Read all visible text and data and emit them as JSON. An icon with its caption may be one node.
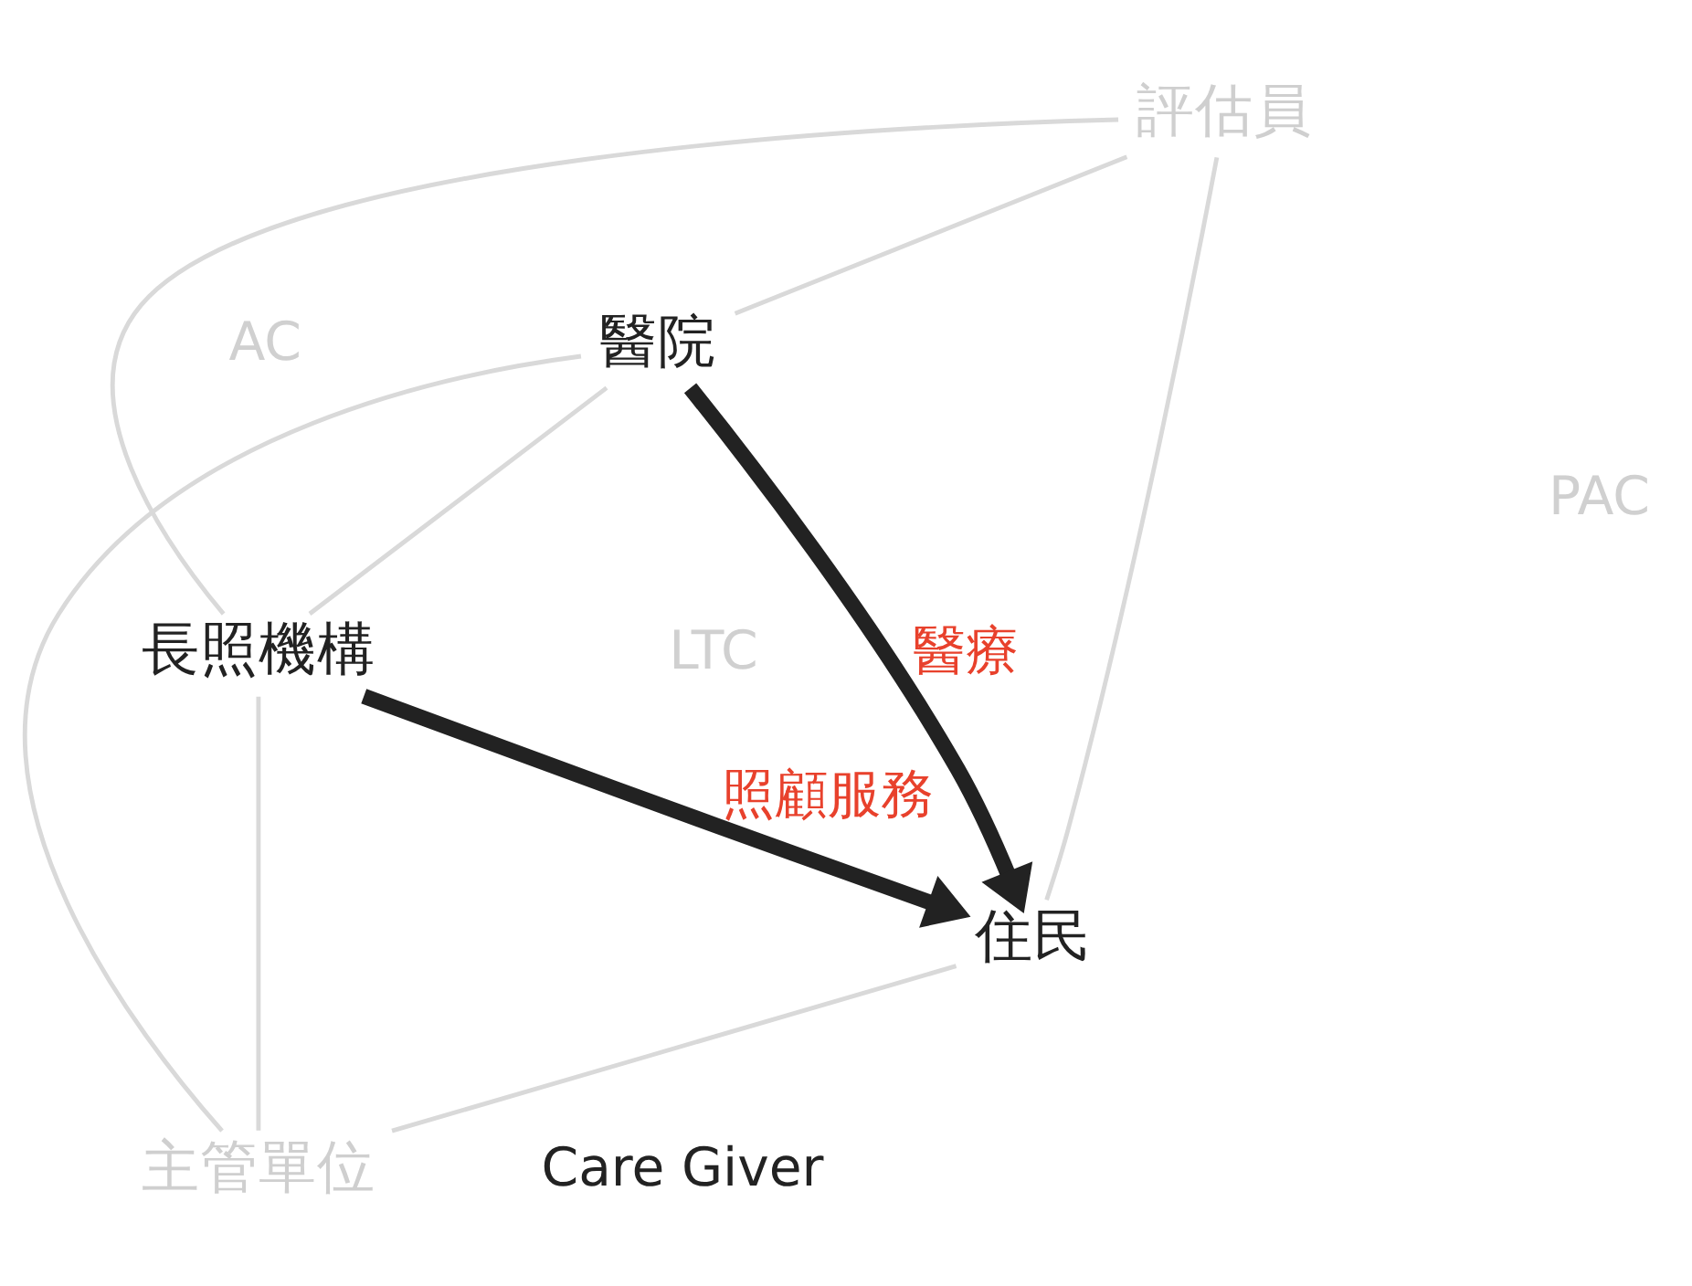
{
  "diagram": {
    "nodes": [
      {
        "text": [
          "評估員"
        ]
      },
      {
        "text": [
          "醫院"
        ]
      },
      {
        "text": [
          "長照機構"
        ]
      },
      {
        "text": [
          "住民"
        ]
      },
      {
        "text": [
          "主管單位"
        ]
      }
    ],
    "edges": [
      {
        "from": 0,
        "to": 1,
        "arrow": "none"
      },
      {
        "from": 0,
        "to": 2,
        "arrow": "none"
      },
      {
        "from": 0,
        "to": 3,
        "arrow": "none"
      },
      {
        "from": 1,
        "to": 2,
        "arrow": "none"
      },
      {
        "from": 1,
        "to": 3,
        "arrow": "to",
        "label": "醫療",
        "style": "thick",
        "color": "#222222"
      },
      {
        "from": 2,
        "to": 3,
        "arrow": "to",
        "label": "照顧服務",
        "style": "thick",
        "color": "#222222"
      },
      {
        "from": 1,
        "to": 4,
        "arrow": "none"
      },
      {
        "from": 2,
        "to": 4,
        "arrow": "none"
      },
      {
        "from": 3,
        "to": 4,
        "arrow": "none"
      }
    ],
    "labels": [
      "AC",
      "PAC",
      "LTC",
      "Care Giver"
    ]
  }
}
